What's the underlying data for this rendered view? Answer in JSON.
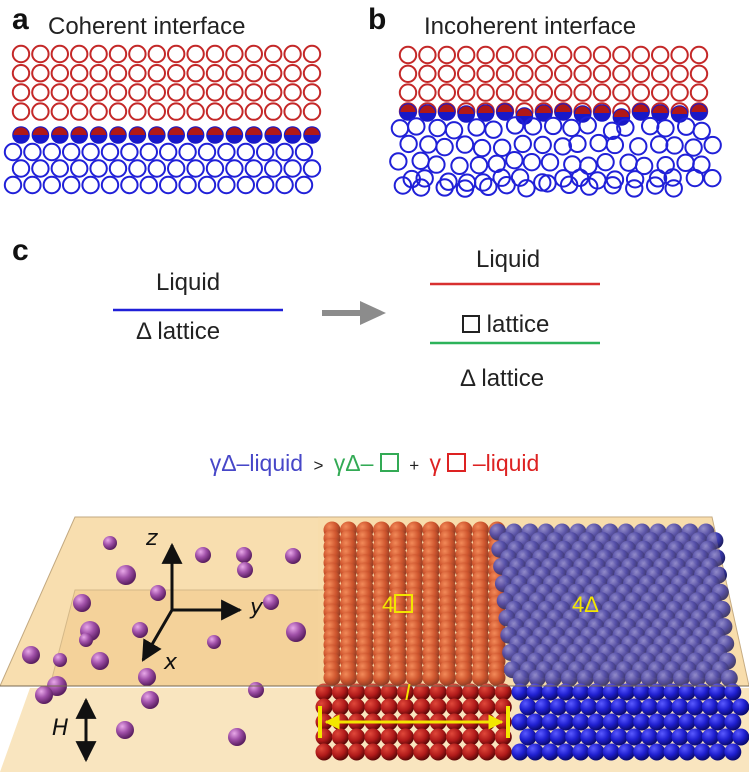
{
  "panels": {
    "a": {
      "label": "a",
      "title": "Coherent interface"
    },
    "b": {
      "label": "b",
      "title": "Incoherent interface"
    },
    "c": {
      "label": "c",
      "left": {
        "top_text": "Liquid",
        "bottom_text": "Δ lattice"
      },
      "right": {
        "top_text": "Liquid",
        "middle_text": "lattice",
        "bottom_text": "Δ lattice"
      },
      "equation": {
        "term1": "γΔ–liquid",
        "op1": ">",
        "term2": "γΔ–",
        "op2": "+",
        "term3_gamma": "γ",
        "term3_tail": "–liquid"
      }
    }
  },
  "bottom_scene": {
    "axes": {
      "z": "z",
      "y": "y",
      "x": "x"
    },
    "labels": {
      "square_phase": "4",
      "delta_phase": "4Δ",
      "length": "l",
      "height": "H"
    }
  },
  "colors": {
    "red_lattice": "#c42828",
    "blue_lattice": "#2020d8",
    "green_line": "#2db35a",
    "arrow_gray": "#8c8c8c",
    "sheet": "#f7d9a2",
    "liquid_particle": "#9a4aa0",
    "square_block": "#c4401a",
    "delta_block": "#2a2aa0",
    "yellow": "#f3e600"
  }
}
